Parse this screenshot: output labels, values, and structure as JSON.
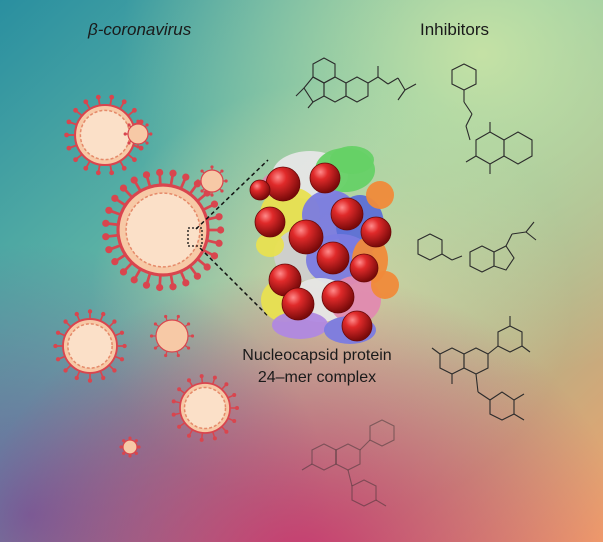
{
  "labels": {
    "virus_title": "β-coronavirus",
    "inhibitors_title": "Inhibitors",
    "protein_line1": "Nucleocapsid protein",
    "protein_line2": "24–mer complex"
  },
  "colors": {
    "virus_fill": "#f7c9a6",
    "virus_spike": "#d9454e",
    "sphere": "#d42020",
    "molecule_line": "#2b2b2b"
  },
  "icons": [
    "virus-icon",
    "molecule-icon",
    "protein-structure-icon"
  ]
}
